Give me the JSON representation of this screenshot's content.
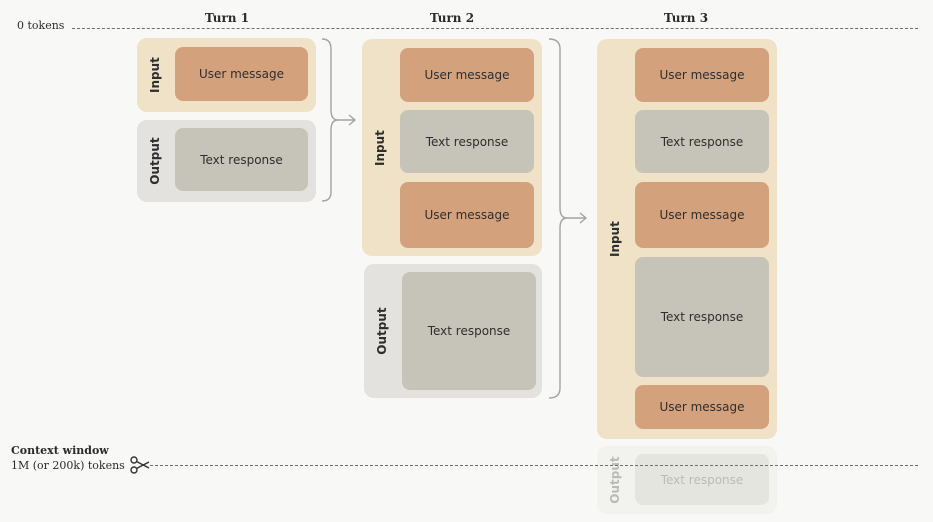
{
  "turns": {
    "turn1": "Turn 1",
    "turn2": "Turn 2",
    "turn3": "Turn 3"
  },
  "labels": {
    "input": "Input",
    "output": "Output",
    "user_message": "User message",
    "text_response": "Text response"
  },
  "axis": {
    "top": "0 tokens",
    "context_title": "Context window",
    "context_sub": "1M (or 200k) tokens"
  },
  "colors": {
    "input_group": "#efe2c6",
    "output_group": "#e4e2de",
    "user_message": "#d4a17d",
    "text_response": "#c6c4b9"
  },
  "icons": {
    "context_marker": "scissors-icon"
  }
}
